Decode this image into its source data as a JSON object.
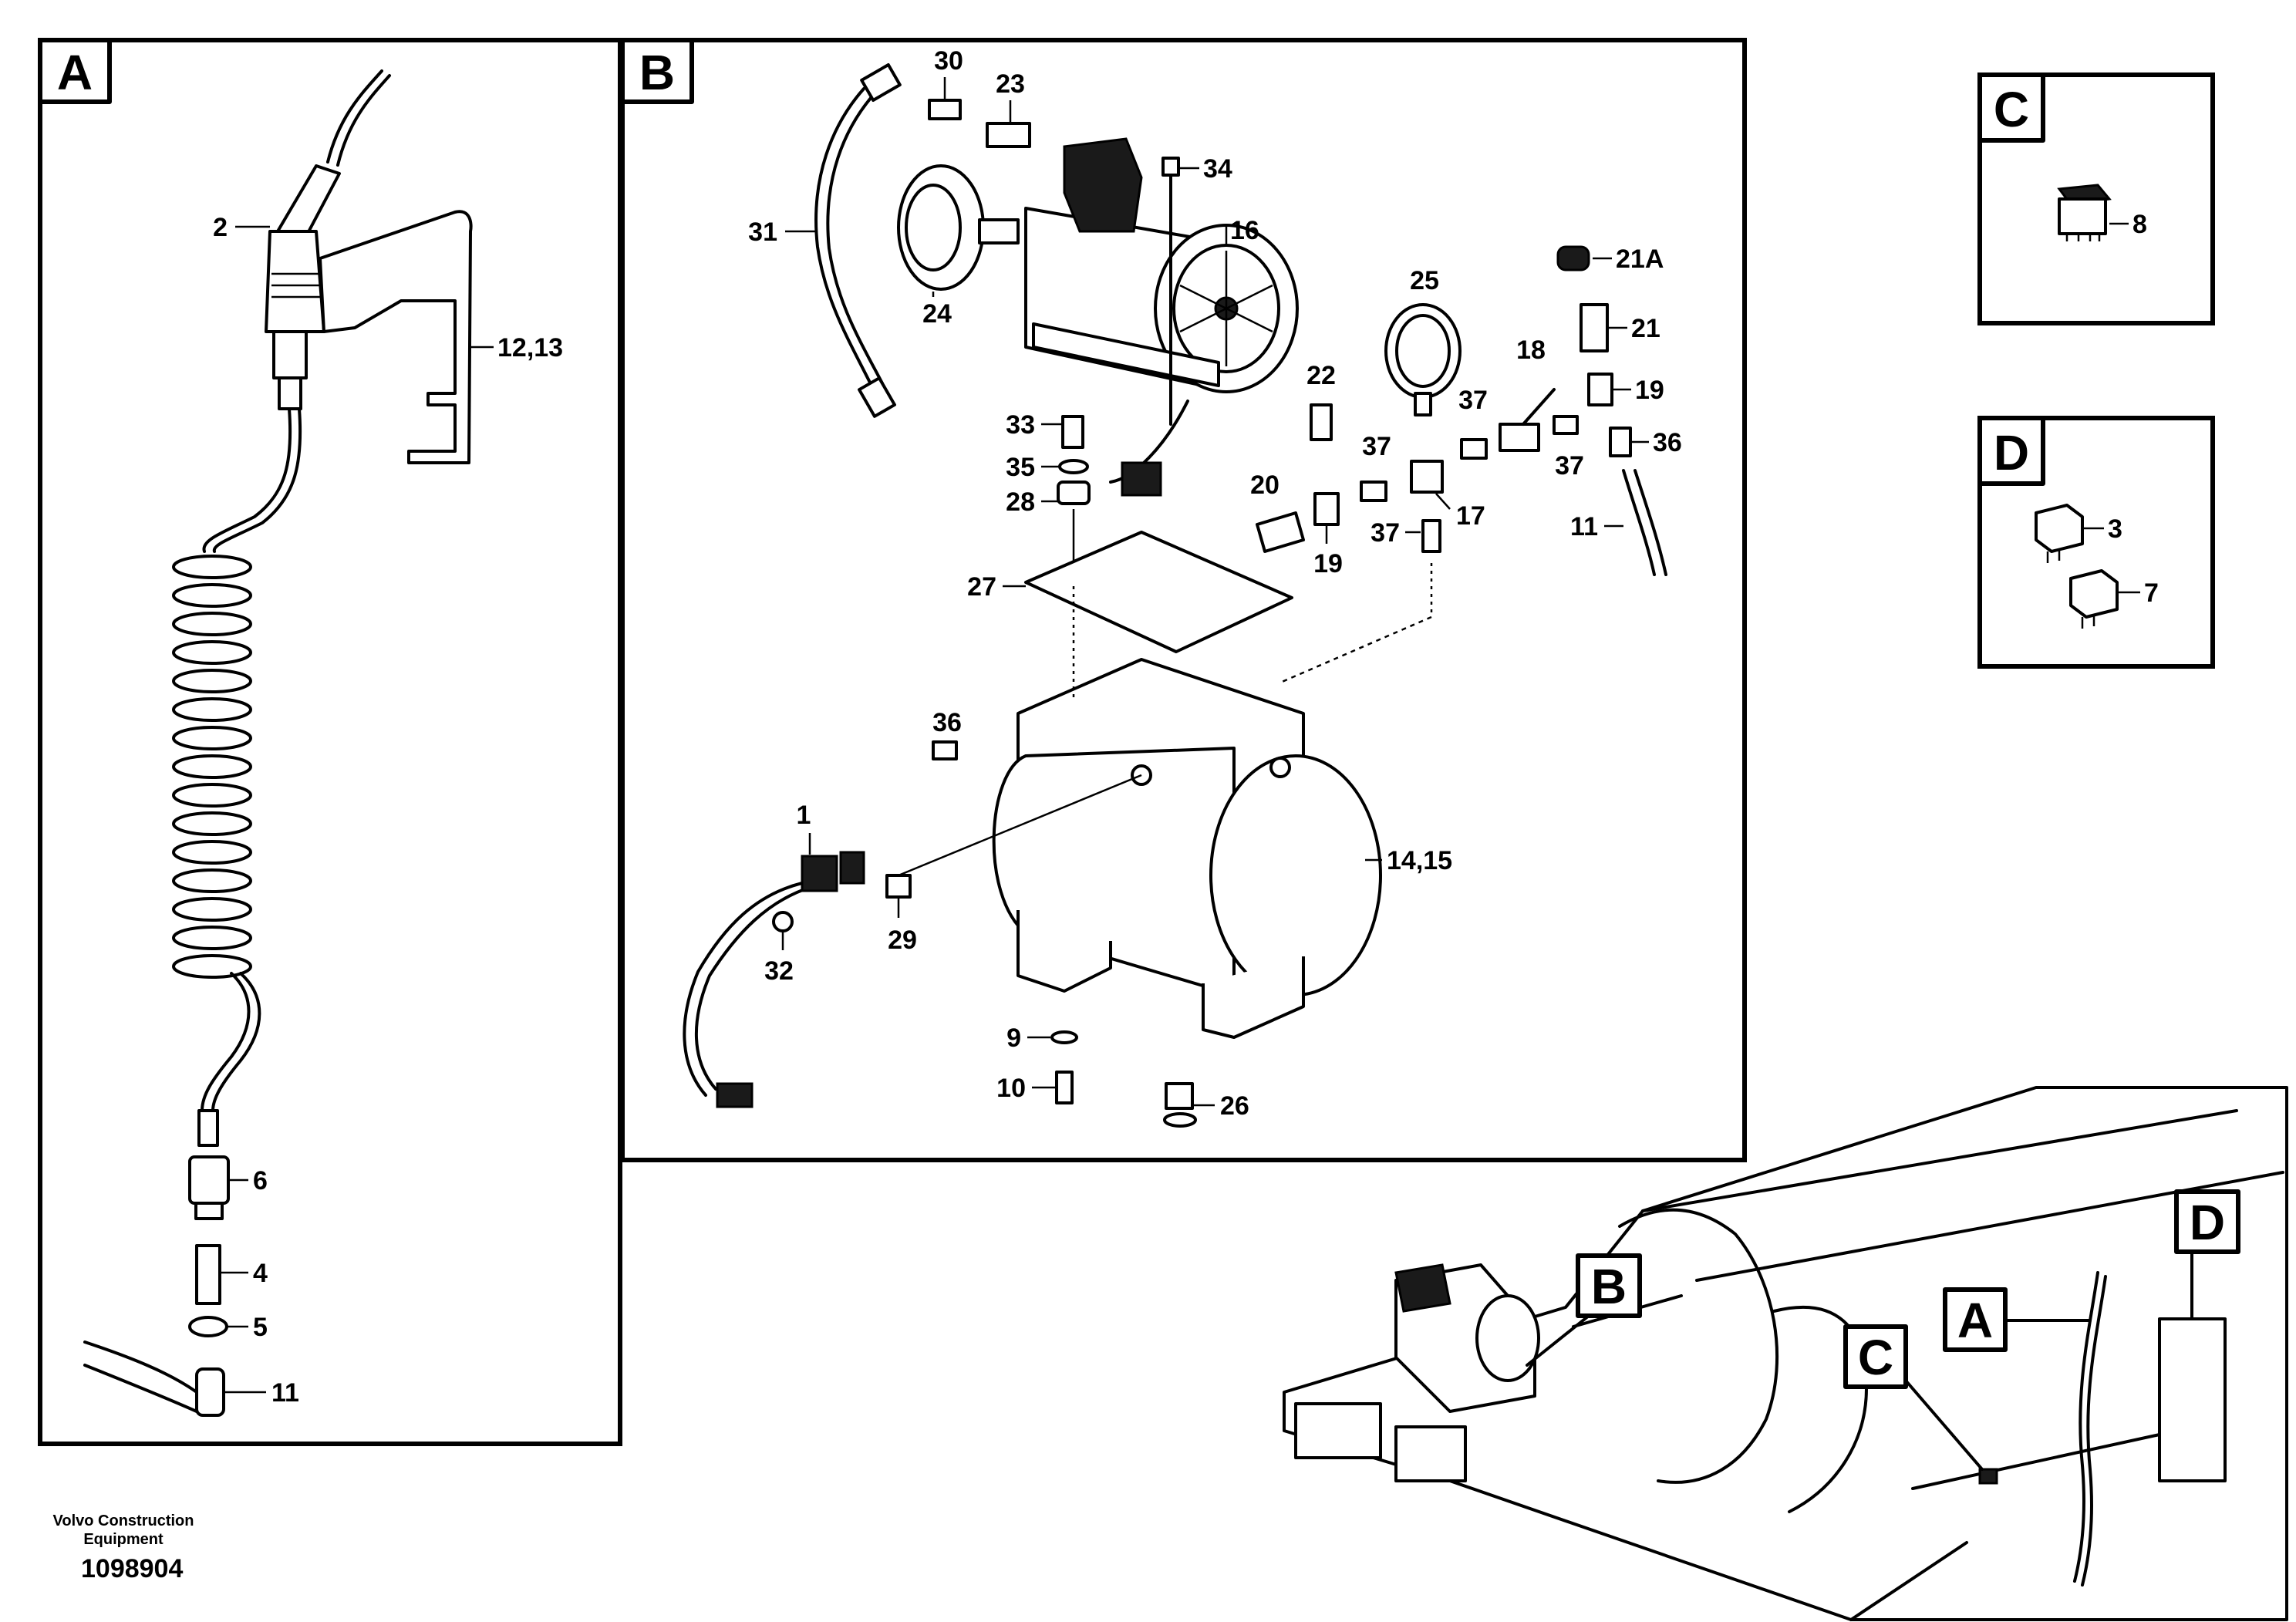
{
  "boxes": {
    "a": "A",
    "b": "B",
    "c": "C",
    "d": "D"
  },
  "callouts": {
    "a_2": "2",
    "a_12_13": "12,13",
    "a_6": "6",
    "a_4": "4",
    "a_5": "5",
    "a_11": "11",
    "b_30": "30",
    "b_23": "23",
    "b_34": "34",
    "b_31": "31",
    "b_16": "16",
    "b_24": "24",
    "b_25": "25",
    "b_21a": "21A",
    "b_21": "21",
    "b_18": "18",
    "b_22": "22",
    "b_33": "33",
    "b_35": "35",
    "b_28": "28",
    "b_37a": "37",
    "b_37b": "37",
    "b_37c": "37",
    "b_37d": "37",
    "b_19a": "19",
    "b_19b": "19",
    "b_36a": "36",
    "b_36b": "36",
    "b_20": "20",
    "b_17": "17",
    "b_11": "11",
    "b_27": "27",
    "b_1": "1",
    "b_14_15": "14,15",
    "b_29": "29",
    "b_32": "32",
    "b_9": "9",
    "b_10": "10",
    "b_26": "26",
    "c_8": "8",
    "d_3": "3",
    "d_7": "7"
  },
  "locator": {
    "a": "A",
    "b": "B",
    "c": "C",
    "d": "D"
  },
  "footer": {
    "brand_line1": "Volvo Construction",
    "brand_line2": "Equipment",
    "doc_number": "1098904"
  },
  "icons": [
    "air-blow-gun",
    "coiled-air-hose",
    "air-compressor",
    "air-tank",
    "pressure-gauge",
    "ball-valve",
    "rocker-switch",
    "relay"
  ]
}
